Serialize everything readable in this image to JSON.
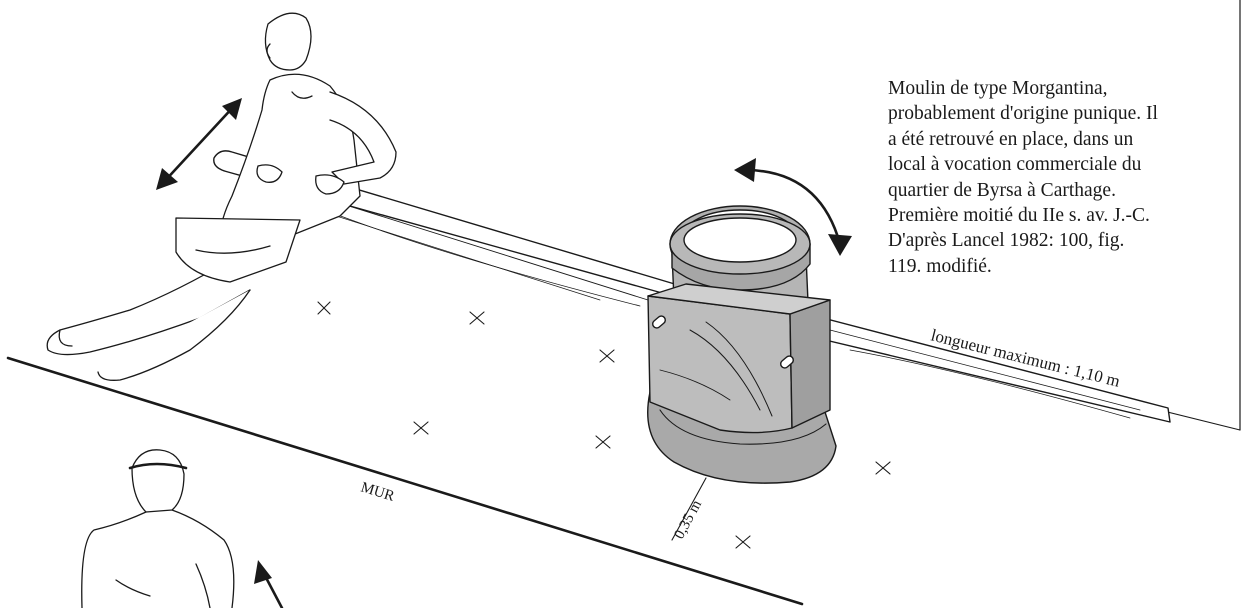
{
  "caption": {
    "lines": [
      "Moulin de type Morgantina,",
      "probablement d'origine punique. Il",
      "a été retrouvé en place, dans un",
      "local à vocation commerciale du",
      "quartier de Byrsa à Carthage.",
      "Première moitié du IIe s. av. J.-C.",
      "D'après Lancel 1982: 100, fig.",
      "119. modifié."
    ]
  },
  "labels": {
    "length": "longueur maximum : 1,10 m",
    "wall": "MUR",
    "gap": "0,35 m"
  }
}
